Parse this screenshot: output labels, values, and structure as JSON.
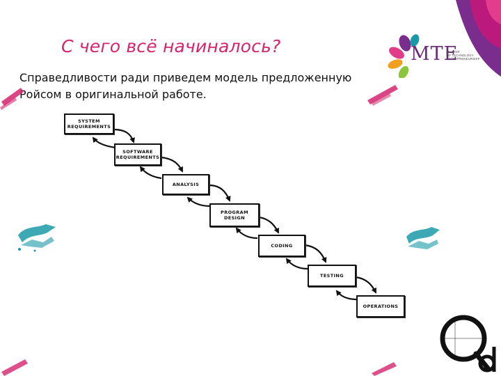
{
  "slide": {
    "title": "С чего всё начиналось?",
    "body_line1": "Справедливости ради приведем модель предложенную",
    "body_line2": "Ройсом в оригинальной работе."
  },
  "logo": {
    "letters": "MTE",
    "tagline": [
      "MASTER",
      "OF TECHNOLOGY",
      "ENTREPRENEURSHIP"
    ]
  },
  "diagram": {
    "stages": [
      {
        "line1": "SYSTEM",
        "line2": "REQUIREMENTS"
      },
      {
        "line1": "SOFTWARE",
        "line2": "REQUIREMENTS"
      },
      {
        "line1": "ANALYSIS",
        "line2": ""
      },
      {
        "line1": "PROGRAM",
        "line2": "DESIGN"
      },
      {
        "line1": "CODING",
        "line2": ""
      },
      {
        "line1": "TESTING",
        "line2": ""
      },
      {
        "line1": "OPERATIONS",
        "line2": ""
      }
    ]
  },
  "colors": {
    "title": "#d4266e",
    "logo_purple": "#6a2a75",
    "accent_teal": "#1a9aa8",
    "accent_pink": "#d4266e"
  }
}
